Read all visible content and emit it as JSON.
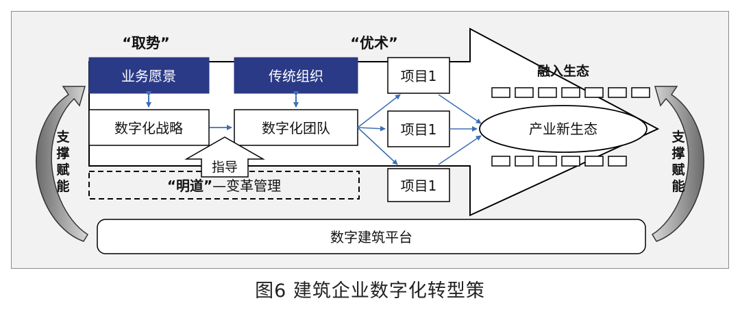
{
  "diagram": {
    "label_qushi": "“取势”",
    "label_youshu": "“优术”",
    "label_mingdao": "“明道”",
    "label_mingdao_rest": "—变革管理",
    "box_vision": "业务愿景",
    "box_org": "传统组织",
    "box_strategy": "数字化战略",
    "box_team": "数字化团队",
    "projects": [
      "项目1",
      "项目1",
      "项目1"
    ],
    "guide": "指导",
    "ecosystem_title": "融入生态",
    "ecosystem_ellipse": "产业新生态",
    "support_left": [
      "支",
      "撑",
      "赋",
      "能"
    ],
    "support_right": [
      "支",
      "撑",
      "赋",
      "能"
    ],
    "platform": "数字建筑平台",
    "colors": {
      "navy": "#2b3a86",
      "arrow_blue": "#3e6fb5",
      "frame_bg": "#f2f2f2",
      "curve_gray": "#8c8c8c"
    }
  },
  "caption": "图6   建筑企业数字化转型策"
}
